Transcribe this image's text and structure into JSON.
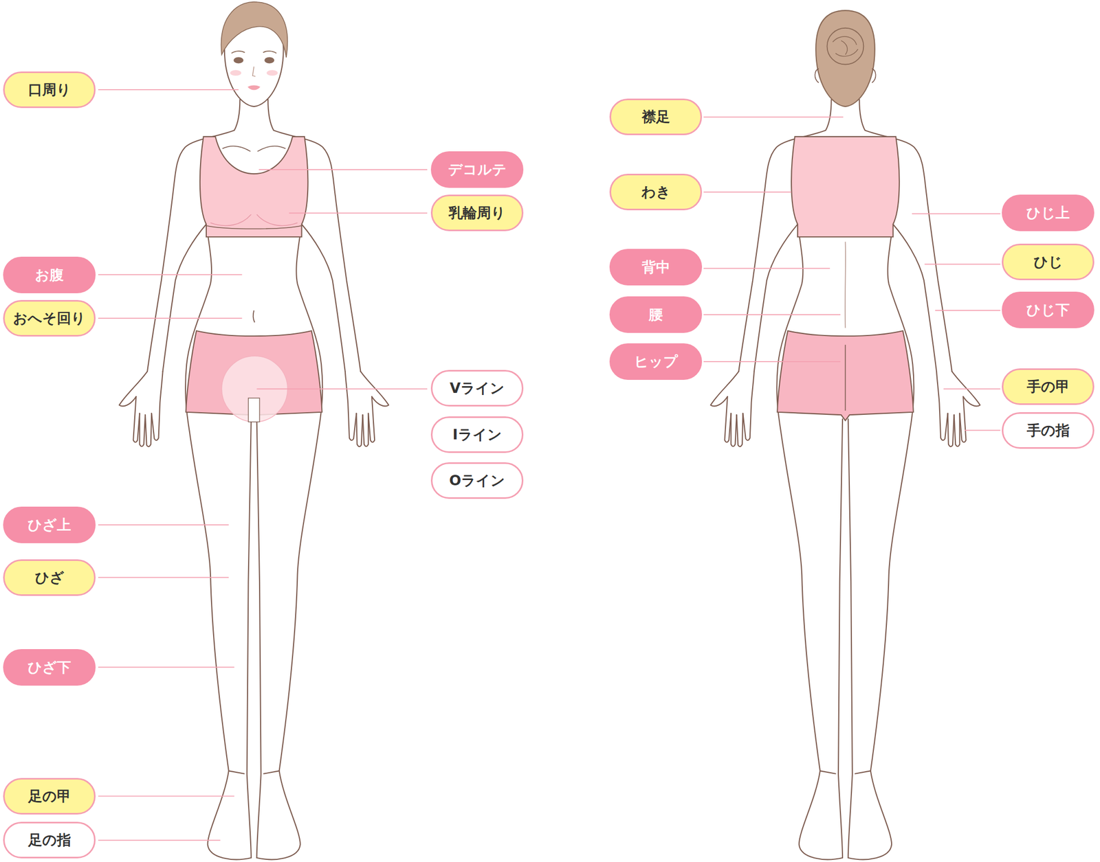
{
  "diagram": {
    "nodes": [
      {
        "text": [
          "口周り"
        ]
      },
      {
        "text": [
          "お腹"
        ]
      },
      {
        "text": [
          "おへそ回り"
        ]
      },
      {
        "text": [
          "ひざ上"
        ]
      },
      {
        "text": [
          "ひざ"
        ]
      },
      {
        "text": [
          "ひざ下"
        ]
      },
      {
        "text": [
          "足の甲"
        ]
      },
      {
        "text": [
          "足の指"
        ]
      },
      {
        "text": [
          "デコルテ"
        ]
      },
      {
        "text": [
          "乳輪周り"
        ]
      },
      {
        "text": [
          "Vライン"
        ]
      },
      {
        "text": [
          "Iライン"
        ]
      },
      {
        "text": [
          "Oライン"
        ]
      },
      {
        "text": [
          "襟足"
        ]
      },
      {
        "text": [
          "わき"
        ]
      },
      {
        "text": [
          "背中"
        ]
      },
      {
        "text": [
          "腰"
        ]
      },
      {
        "text": [
          "ヒップ"
        ]
      },
      {
        "text": [
          "ひじ上"
        ]
      },
      {
        "text": [
          "ひじ"
        ]
      },
      {
        "text": [
          "ひじ下"
        ]
      },
      {
        "text": [
          "手の甲"
        ]
      },
      {
        "text": [
          "手の指"
        ]
      }
    ]
  }
}
